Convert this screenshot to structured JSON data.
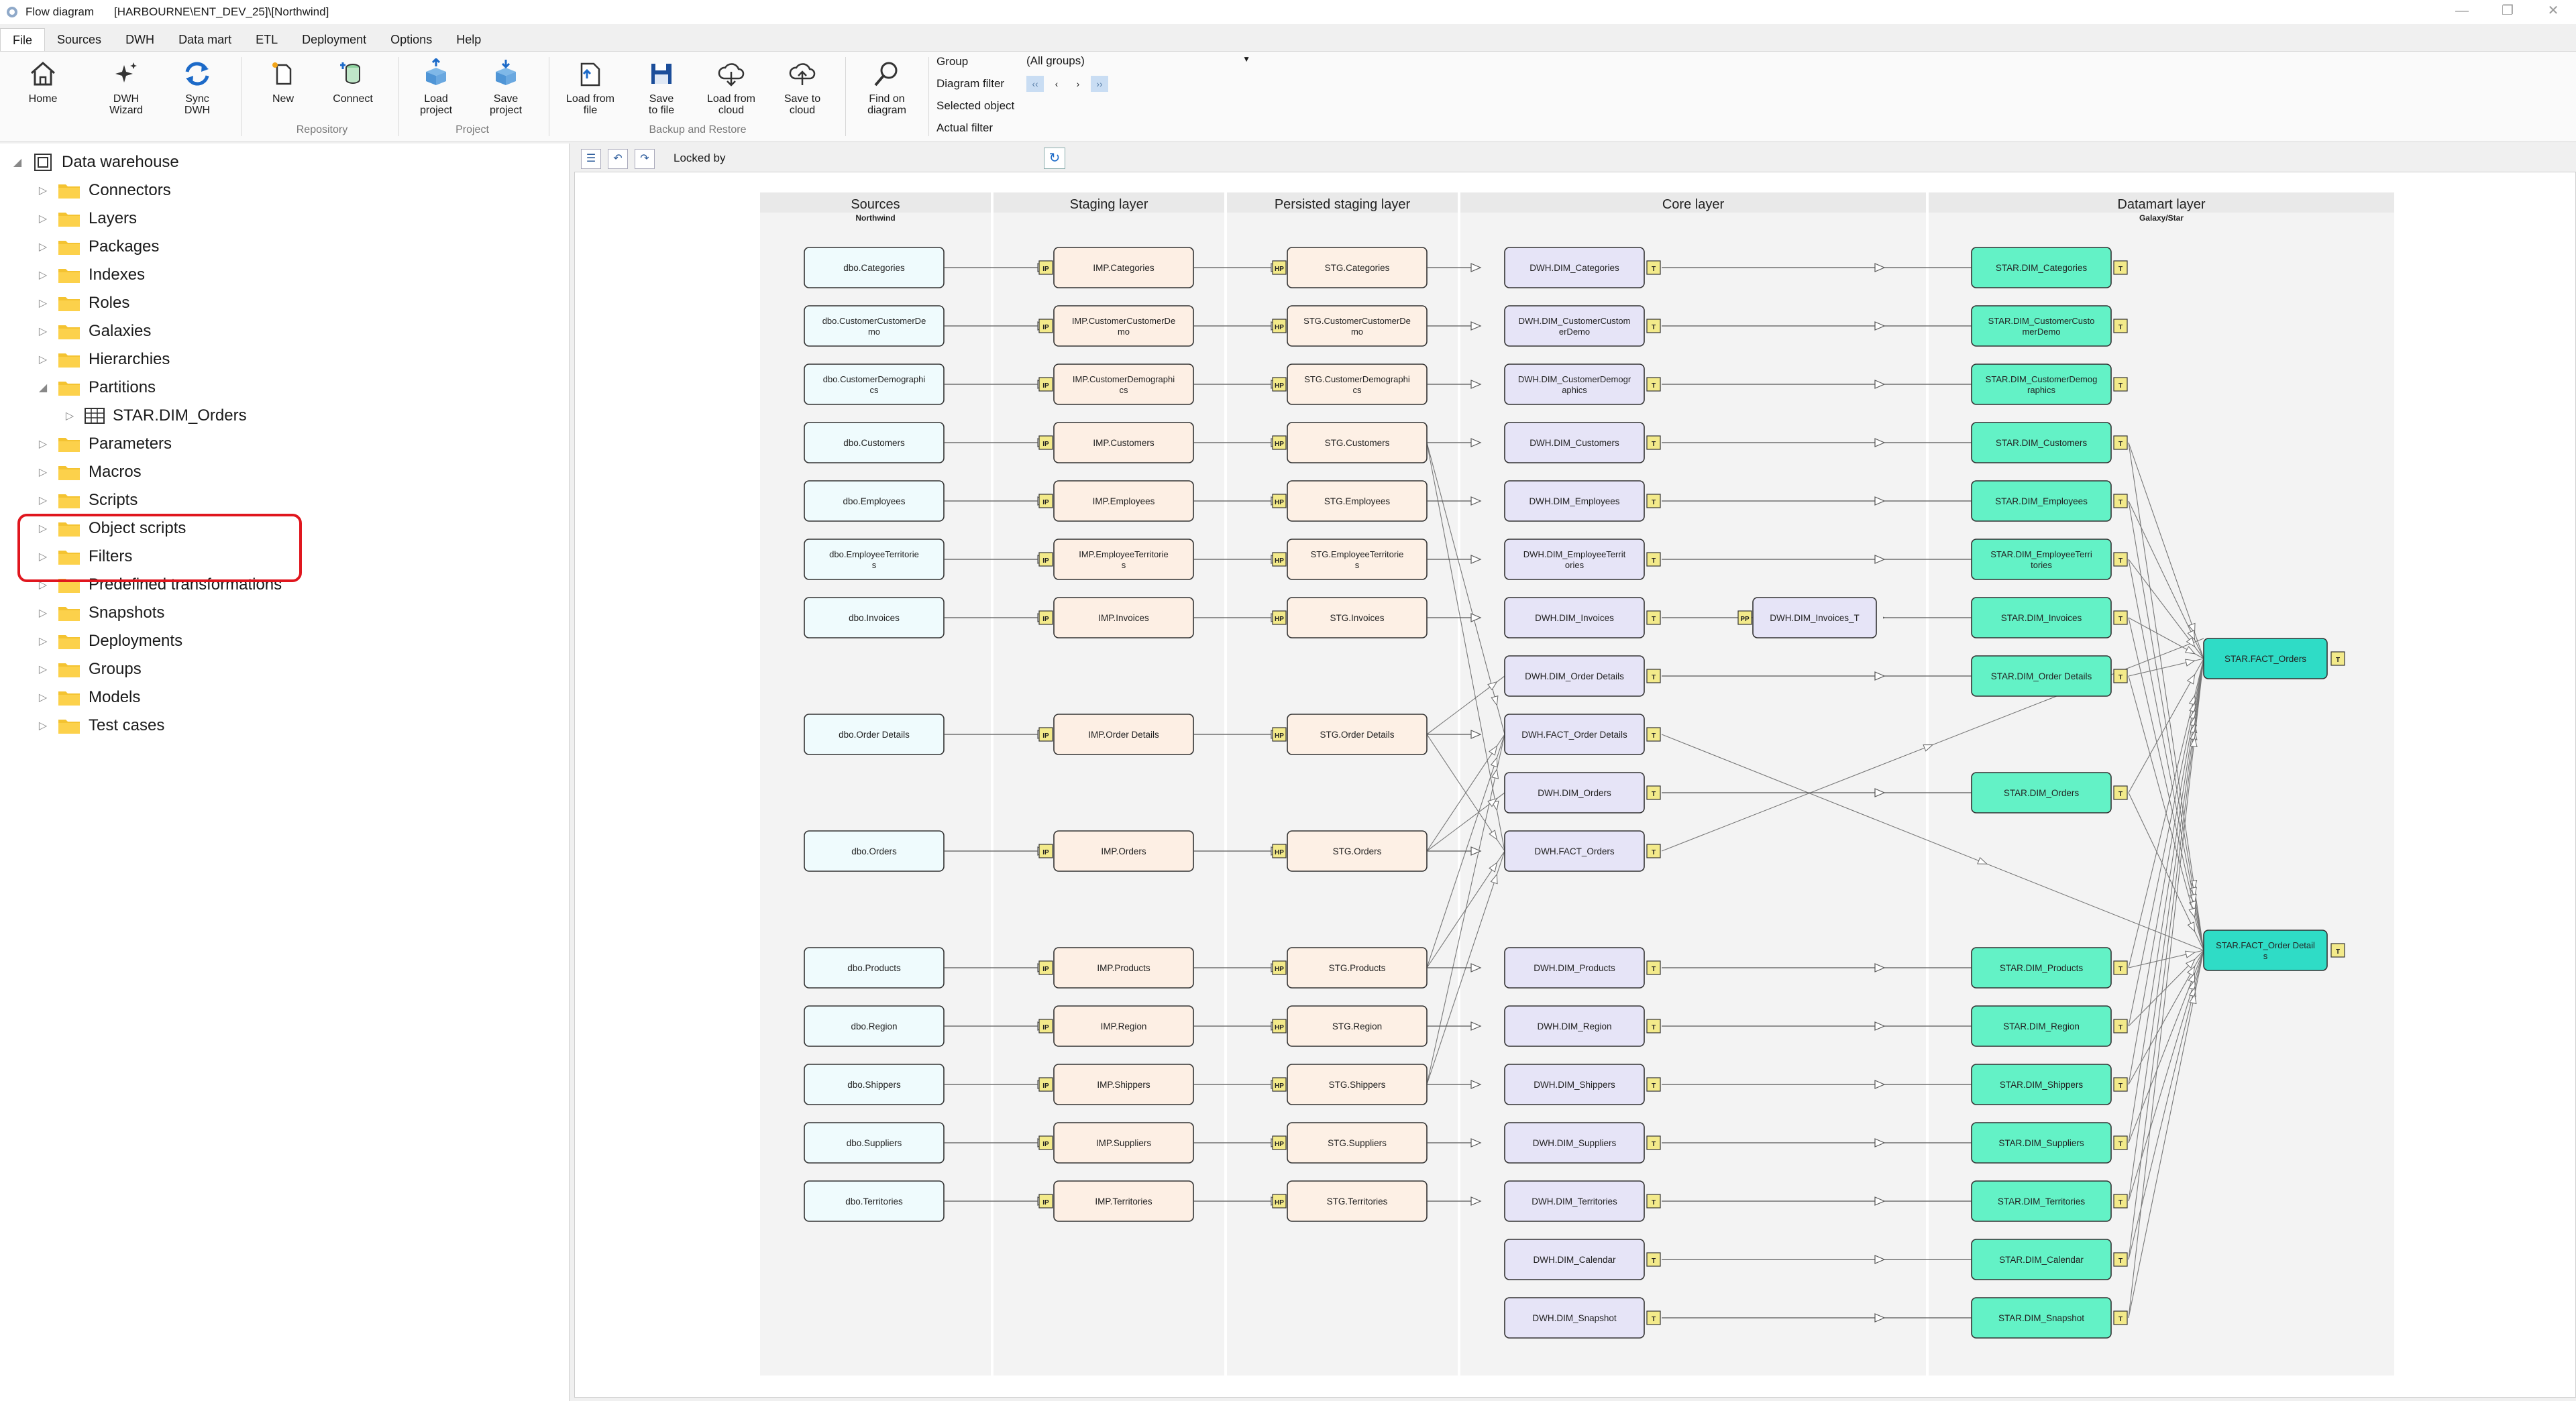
{
  "window": {
    "app_name": "Flow diagram",
    "context": "[HARBOURNE\\ENT_DEV_25]\\[Northwind]",
    "controls": [
      "—",
      "❐",
      "✕"
    ]
  },
  "menu": [
    "File",
    "Sources",
    "DWH",
    "Data mart",
    "ETL",
    "Deployment",
    "Options",
    "Help"
  ],
  "ribbon": {
    "buttons": [
      {
        "label": "Home",
        "icon": "home-icon"
      },
      {
        "label": "DWH\nWizard",
        "icon": "wizard-icon"
      },
      {
        "label": "Sync\nDWH",
        "icon": "sync-icon"
      },
      {
        "label": "New",
        "icon": "new-icon"
      },
      {
        "label": "Connect",
        "icon": "connect-icon"
      },
      {
        "label": "Load\nproject",
        "icon": "load-project-icon"
      },
      {
        "label": "Save\nproject",
        "icon": "save-project-icon"
      },
      {
        "label": "Load from\nfile",
        "icon": "load-file-icon"
      },
      {
        "label": "Save\nto file",
        "icon": "save-file-icon"
      },
      {
        "label": "Load from\ncloud",
        "icon": "cloud-download-icon"
      },
      {
        "label": "Save to\ncloud",
        "icon": "cloud-upload-icon"
      },
      {
        "label": "Find on\ndiagram",
        "icon": "magnifier-icon"
      }
    ],
    "groups": [
      "Repository",
      "Project",
      "Backup and Restore"
    ],
    "filters": {
      "group_label": "Group",
      "group_value": "(All groups)",
      "diagram_filter_label": "Diagram filter",
      "selected_object_label": "Selected object",
      "actual_filter_label": "Actual filter",
      "nav": [
        "‹‹",
        "‹",
        "›",
        "››"
      ]
    },
    "accent": "#1c6ac8"
  },
  "tree": {
    "root": "Data warehouse",
    "items": [
      "Connectors",
      "Layers",
      "Packages",
      "Indexes",
      "Roles",
      "Galaxies",
      "Hierarchies",
      "Partitions",
      "Parameters",
      "Macros",
      "Scripts",
      "Object scripts",
      "Filters",
      "Predefined transformations",
      "Snapshots",
      "Deployments",
      "Groups",
      "Models",
      "Test cases"
    ],
    "partition_child": "STAR.DIM_Orders",
    "highlight_color": "#e0161e"
  },
  "diagram": {
    "toolbar": {
      "locked_label": "Locked by"
    },
    "layers": {
      "sources": {
        "title": "Sources",
        "sub": "Northwind"
      },
      "staging": {
        "title": "Staging layer"
      },
      "persisted": {
        "title": "Persisted staging layer"
      },
      "core": {
        "title": "Core layer"
      },
      "datamart": {
        "title": "Datamart layer",
        "sub": "Galaxy/Star"
      }
    },
    "badges": {
      "imp": "IP",
      "stg": "HP",
      "t": "T",
      "pp": "PP"
    },
    "colors": {
      "src_fill": "#effbfd",
      "imp_fill": "#fdefe4",
      "stg_fill": "#fdf0e5",
      "dwh_fill": "#e6e4f7",
      "star_fill": "#63f2c6",
      "fact_fill": "#2fdcc6",
      "badge": "#f3ea8a"
    },
    "rows": [
      {
        "src": "dbo.Categories",
        "imp": "IMP.Categories",
        "stg": "STG.Categories",
        "dwh": "DWH.DIM_Categories",
        "star": "STAR.DIM_Categories"
      },
      {
        "src": "dbo.CustomerCustomerDemo",
        "imp": "IMP.CustomerCustomerDemo",
        "stg": "STG.CustomerCustomerDemo",
        "dwh": "DWH.DIM_CustomerCustomerDemo",
        "star": "STAR.DIM_CustomerCustomerDemo"
      },
      {
        "src": "dbo.CustomerDemographics",
        "imp": "IMP.CustomerDemographics",
        "stg": "STG.CustomerDemographics",
        "dwh": "DWH.DIM_CustomerDemographics",
        "star": "STAR.DIM_CustomerDemographics"
      },
      {
        "src": "dbo.Customers",
        "imp": "IMP.Customers",
        "stg": "STG.Customers",
        "dwh": "DWH.DIM_Customers",
        "star": "STAR.DIM_Customers"
      },
      {
        "src": "dbo.Employees",
        "imp": "IMP.Employees",
        "stg": "STG.Employees",
        "dwh": "DWH.DIM_Employees",
        "star": "STAR.DIM_Employees"
      },
      {
        "src": "dbo.EmployeeTerritories",
        "imp": "IMP.EmployeeTerritories",
        "stg": "STG.EmployeeTerritories",
        "dwh": "DWH.DIM_EmployeeTerritories",
        "star": "STAR.DIM_EmployeeTerritories"
      },
      {
        "src": "dbo.Invoices",
        "imp": "IMP.Invoices",
        "stg": "STG.Invoices",
        "dwh": "DWH.DIM_Invoices",
        "star": "STAR.DIM_Invoices"
      },
      {
        "src": "",
        "imp": "",
        "stg": "",
        "dwh": "DWH.DIM_Order Details",
        "star": "STAR.DIM_Order Details"
      },
      {
        "src": "dbo.Order Details",
        "imp": "IMP.Order Details",
        "stg": "STG.Order Details",
        "dwh": "DWH.FACT_Order Details",
        "star": ""
      },
      {
        "src": "",
        "imp": "",
        "stg": "",
        "dwh": "DWH.DIM_Orders",
        "star": "STAR.DIM_Orders"
      },
      {
        "src": "dbo.Orders",
        "imp": "IMP.Orders",
        "stg": "STG.Orders",
        "dwh": "DWH.FACT_Orders",
        "star": ""
      },
      {
        "src": "",
        "imp": "",
        "stg": "",
        "dwh": "",
        "star": ""
      },
      {
        "src": "dbo.Products",
        "imp": "IMP.Products",
        "stg": "STG.Products",
        "dwh": "DWH.DIM_Products",
        "star": "STAR.DIM_Products"
      },
      {
        "src": "dbo.Region",
        "imp": "IMP.Region",
        "stg": "STG.Region",
        "dwh": "DWH.DIM_Region",
        "star": "STAR.DIM_Region"
      },
      {
        "src": "dbo.Shippers",
        "imp": "IMP.Shippers",
        "stg": "STG.Shippers",
        "dwh": "DWH.DIM_Shippers",
        "star": "STAR.DIM_Shippers"
      },
      {
        "src": "dbo.Suppliers",
        "imp": "IMP.Suppliers",
        "stg": "STG.Suppliers",
        "dwh": "DWH.DIM_Suppliers",
        "star": "STAR.DIM_Suppliers"
      },
      {
        "src": "dbo.Territories",
        "imp": "IMP.Territories",
        "stg": "STG.Territories",
        "dwh": "DWH.DIM_Territories",
        "star": "STAR.DIM_Territories"
      },
      {
        "src": "",
        "imp": "",
        "stg": "",
        "dwh": "DWH.DIM_Calendar",
        "star": "STAR.DIM_Calendar"
      },
      {
        "src": "",
        "imp": "",
        "stg": "",
        "dwh": "DWH.DIM_Snapshot",
        "star": "STAR.DIM_Snapshot"
      }
    ],
    "invoices_extra": "DWH.DIM_Invoices_T",
    "facts": [
      "STAR.FACT_Orders",
      "STAR.FACT_Order Details"
    ]
  }
}
